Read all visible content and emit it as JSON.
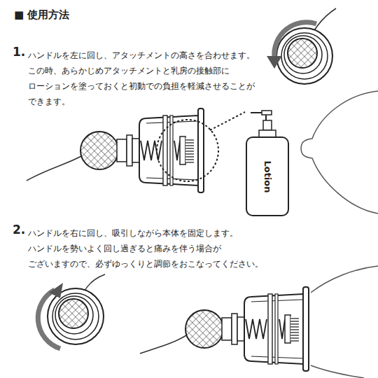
{
  "diagram": {
    "title": "■ 使用方法",
    "labels": [
      "1.",
      "ハンドルを左に回し、アタッチメントの高さを合わせます。 この時、あらかじめアタッチメントと乳房の接触部に ローションを塗っておくと初動での負担を軽減させることが できます。",
      "2.",
      "ハンドルを右に回し、吸引しながら本体を固定します。 ハンドルを勢いよく回し過ぎると痛みを伴う場合が ございますので、必ずゆっくりと調節をおこなってください。",
      "Lotion"
    ]
  }
}
